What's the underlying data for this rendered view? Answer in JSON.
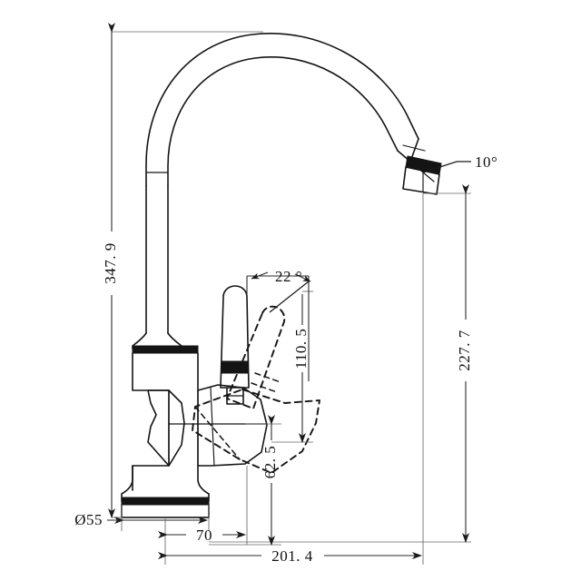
{
  "document": {
    "type": "technical-drawing",
    "subject": "Gooseneck kitchen mixer tap with single lever handle",
    "units": "mm",
    "background_color": "#ffffff",
    "line_color": "#141414"
  },
  "dimensions": {
    "overall_height": {
      "label": "347. 9",
      "value": 347.9,
      "orientation": "vertical",
      "position": "left",
      "description": "Total height from base plate to top of gooseneck spout"
    },
    "spout_height": {
      "label": "227. 7",
      "value": 227.7,
      "orientation": "vertical",
      "position": "right",
      "description": "Height from base to spout outlet"
    },
    "handle_height": {
      "label": "110. 5",
      "value": 110.5,
      "orientation": "vertical",
      "position": "center",
      "description": "Height of lever handle pivot region"
    },
    "body_height": {
      "label": "62. 5",
      "value": 62.5,
      "orientation": "vertical",
      "position": "center",
      "description": "Height of valve body from base"
    },
    "base_diameter": {
      "label": "Ø55",
      "value": 55,
      "symbol": "Ø",
      "orientation": "horizontal",
      "description": "Base plate diameter"
    },
    "handle_offset": {
      "label": "70",
      "value": 70,
      "orientation": "horizontal",
      "description": "Horizontal offset to handle axis"
    },
    "spout_reach": {
      "label": "201. 4",
      "value": 201.4,
      "orientation": "horizontal",
      "description": "Total spout reach from base centre"
    }
  },
  "angles": {
    "handle_swing": {
      "label": "22°",
      "value": 22,
      "description": "Lever handle rotation angle, shown by dashed ghost position"
    },
    "outlet_angle": {
      "label": "10°",
      "value": 10,
      "description": "Spout outlet aerator tilt angle"
    }
  },
  "labels": {
    "overall_height": "347. 9",
    "spout_height": "227. 7",
    "handle_height": "110. 5",
    "body_height": "62. 5",
    "base_diameter": "Ø55",
    "handle_offset": "70",
    "spout_reach": "201. 4",
    "handle_swing_angle": "22 °",
    "outlet_angle": "10°"
  }
}
